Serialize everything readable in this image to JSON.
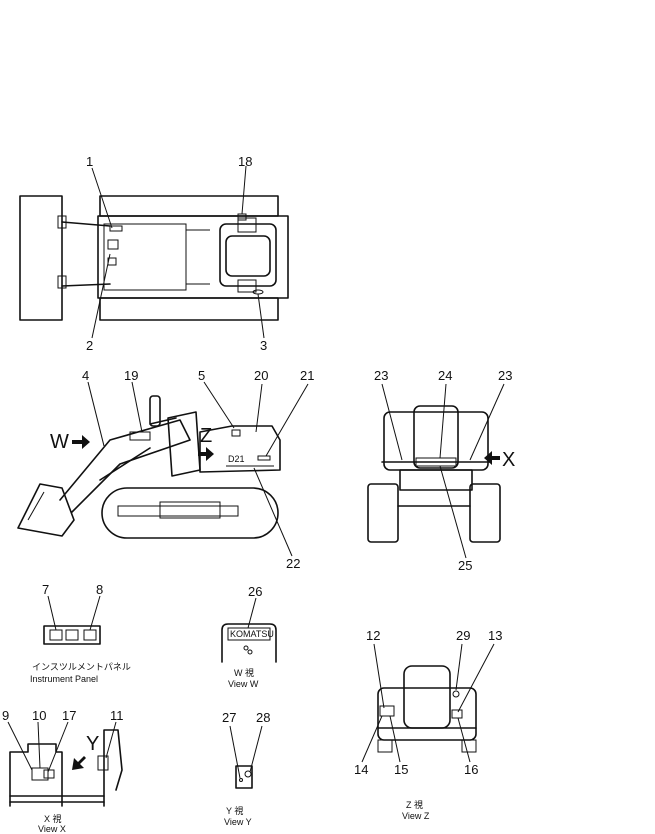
{
  "callouts": {
    "c1": "1",
    "c2": "2",
    "c3": "3",
    "c4": "4",
    "c5": "5",
    "c7": "7",
    "c8": "8",
    "c9": "9",
    "c10": "10",
    "c11": "11",
    "c12": "12",
    "c13": "13",
    "c14": "14",
    "c15": "15",
    "c16": "16",
    "c17": "17",
    "c18": "18",
    "c19": "19",
    "c20": "20",
    "c21": "21",
    "c22": "22",
    "c23a": "23",
    "c23b": "23",
    "c24": "24",
    "c25": "25",
    "c26": "26",
    "c27": "27",
    "c28": "28",
    "c29": "29"
  },
  "view_letters": {
    "w": "W",
    "z": "Z",
    "x": "X",
    "y": "Y"
  },
  "captions": {
    "instrument_panel_jp": "インスツルメントパネル",
    "instrument_panel": "Instrument Panel",
    "view_w_jp": "W  視",
    "view_w": "View W",
    "view_x_jp": "X  視",
    "view_x": "View X",
    "view_y_jp": "Y  視",
    "view_y": "View Y",
    "view_z_jp": "Z  視",
    "view_z": "View Z"
  },
  "decal_texts": {
    "brand": "KOMATSU",
    "model": "D21"
  }
}
